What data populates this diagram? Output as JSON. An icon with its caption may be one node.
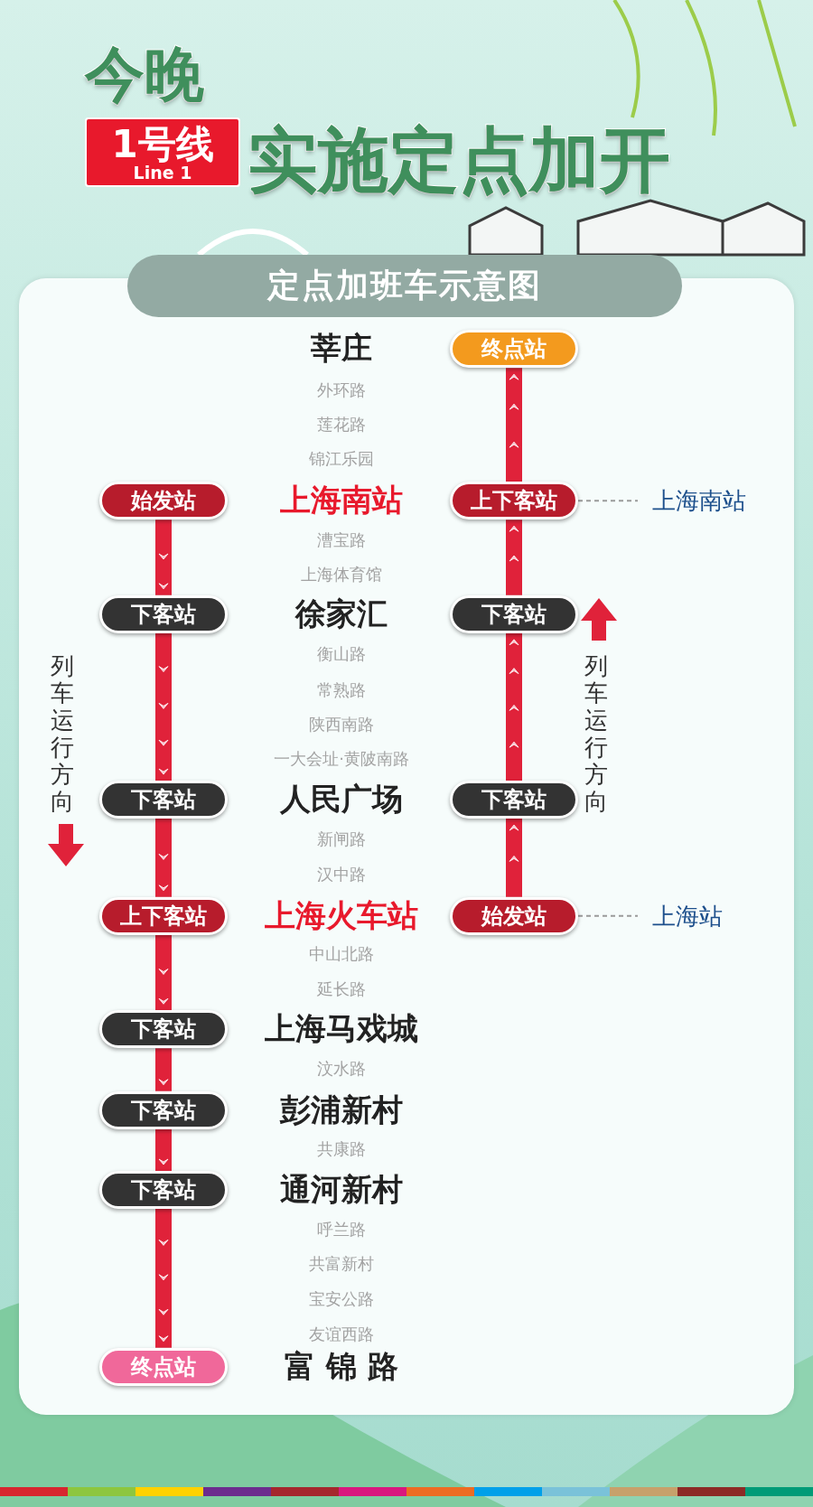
{
  "diagram": {
    "title": "今晚",
    "nodes": [
      {
        "text": [
          "1号线",
          "Line 1"
        ]
      },
      {
        "text": [
          "定点加班车示意图"
        ]
      },
      {
        "text": [
          "终点站"
        ]
      },
      {
        "text": [
          "始发站"
        ]
      },
      {
        "text": [
          "上下客站"
        ]
      },
      {
        "text": [
          "上海南站"
        ]
      },
      {
        "text": [
          "下客站"
        ]
      },
      {
        "text": [
          "下客站"
        ]
      },
      {
        "text": [
          "下客站"
        ]
      },
      {
        "text": [
          "下客站"
        ]
      },
      {
        "text": [
          "上下客站"
        ]
      },
      {
        "text": [
          "始发站"
        ]
      },
      {
        "text": [
          "上海站"
        ]
      },
      {
        "text": [
          "下客站"
        ]
      },
      {
        "text": [
          "下客站"
        ]
      },
      {
        "text": [
          "下客站"
        ]
      },
      {
        "text": [
          "终点站"
        ]
      }
    ],
    "edges": [
      {
        "from": 3,
        "to": 6,
        "arrow": "to"
      },
      {
        "from": 6,
        "to": 8,
        "arrow": "to"
      },
      {
        "from": 8,
        "to": 10,
        "arrow": "to"
      },
      {
        "from": 10,
        "to": 13,
        "arrow": "to"
      },
      {
        "from": 13,
        "to": 14,
        "arrow": "to"
      },
      {
        "from": 14,
        "to": 15,
        "arrow": "to"
      },
      {
        "from": 15,
        "to": 16,
        "arrow": "to"
      },
      {
        "from": 11,
        "to": 9,
        "arrow": "to"
      },
      {
        "from": 9,
        "to": 7,
        "arrow": "to"
      },
      {
        "from": 7,
        "to": 4,
        "arrow": "to"
      },
      {
        "from": 4,
        "to": 2,
        "arrow": "to"
      },
      {
        "from": 4,
        "to": 5,
        "arrow": "none",
        "style": "dashed",
        "color": "#9a9a9a"
      },
      {
        "from": 11,
        "to": 12,
        "arrow": "none",
        "style": "dashed",
        "color": "#9a9a9a"
      }
    ],
    "labels": [
      "实施定点加开",
      "莘庄",
      "外环路",
      "莲花路",
      "锦江乐园",
      "上海南站",
      "漕宝路",
      "上海体育馆",
      "徐家汇",
      "列车运行方向",
      "列车运行方向",
      "衡山路",
      "常熟路",
      "陕西南路",
      "一大会址·黄陂南路",
      "人民广场",
      "新闸路",
      "汉中路",
      "上海火车站",
      "中山北路",
      "延长路",
      "上海马戏城",
      "汶水路",
      "彭浦新村",
      "共康路",
      "通河新村",
      "呼兰路",
      "共富新村",
      "宝安公路",
      "友谊西路",
      "富 锦 路"
    ]
  }
}
